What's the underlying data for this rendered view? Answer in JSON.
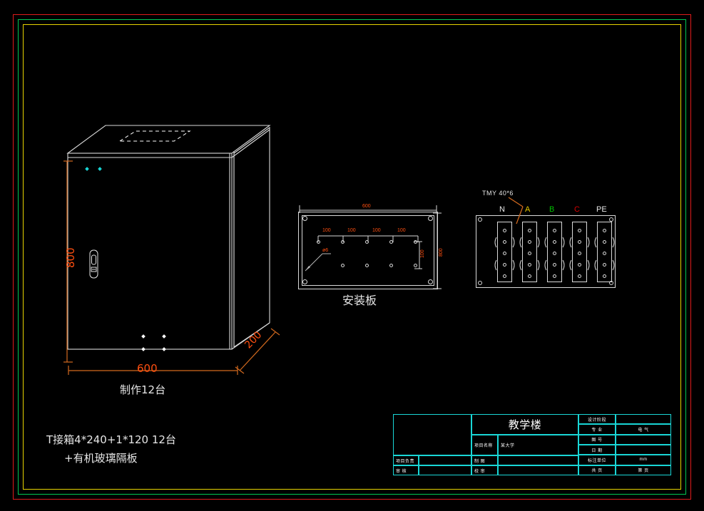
{
  "drawing": {
    "background": "#000000",
    "border_colors": {
      "outer": "#e01b1b",
      "middle": "#00c853",
      "inner": "#e8d400"
    }
  },
  "cabinet": {
    "view_label": "制作12台",
    "dim_height": "800",
    "dim_width": "600",
    "dim_depth": "200",
    "lock_icon": "door-lock"
  },
  "mounting_plate": {
    "title": "安装板",
    "dim_width": "600",
    "dim_height": "800",
    "hole_note": "ø6",
    "pitch_labels": [
      "100",
      "100",
      "100",
      "100"
    ],
    "side_dim": "100"
  },
  "busbar": {
    "spec": "TMY  40*6",
    "phases": [
      {
        "label": "N",
        "color": "#e6e6e6"
      },
      {
        "label": "A",
        "color": "#e8c800"
      },
      {
        "label": "B",
        "color": "#00c000"
      },
      {
        "label": "C",
        "color": "#d40000"
      },
      {
        "label": "PE",
        "color": "#e6e6e6"
      }
    ]
  },
  "notes": {
    "line1": "T接箱4*240+1*120        12台",
    "line2": "+有机玻璃隔板"
  },
  "title_block": {
    "project_title": "教学楼",
    "project_name_label": "项目名称",
    "project_name_value": "某大学",
    "rows_left": [
      {
        "label": "项目负责",
        "value": ""
      },
      {
        "label": "审    核",
        "value": ""
      }
    ],
    "rows_mid": [
      {
        "label": "制    图",
        "value": ""
      },
      {
        "label": "校    审",
        "value": ""
      }
    ],
    "rows_right": [
      {
        "label": "设计阶段",
        "value": ""
      },
      {
        "label": "专    业",
        "value": "电  气"
      },
      {
        "label": "图    号",
        "value": ""
      },
      {
        "label": "日    期",
        "value": ""
      },
      {
        "label": "标注单位",
        "value": "mm"
      },
      {
        "label": "共    页",
        "value": "第    页"
      }
    ]
  }
}
